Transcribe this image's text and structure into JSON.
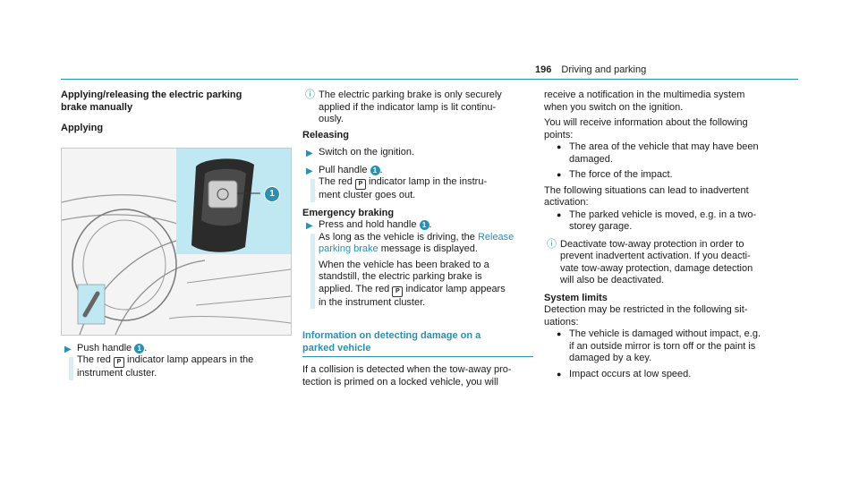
{
  "header": {
    "page_number": "196",
    "section": "Driving and parking"
  },
  "left": {
    "heading_line1": "Applying/releasing the electric parking",
    "heading_line2": "brake manually",
    "subheading": "Applying",
    "figure_callout": "1",
    "step": {
      "line1_pre": "Push handle",
      "callout": "1",
      "line1_post": ".",
      "line2_pre": "The red",
      "indicator": "P",
      "line2_post": "indicator lamp appears in the",
      "line3": "instrument cluster."
    }
  },
  "middle": {
    "note": {
      "line1": "The electric parking brake is only securely",
      "line2": "applied if the indicator lamp is lit continu-",
      "line3": "ously."
    },
    "releasing_title": "Releasing",
    "step1": "Switch on the ignition.",
    "step2": {
      "pre": "Pull handle",
      "callout": "1",
      "post": ".",
      "line2_pre": "The red",
      "indicator": "P",
      "line2_post": "indicator lamp in the instru-",
      "line3": "ment cluster goes out."
    },
    "emergency_title": "Emergency braking",
    "step3": {
      "pre": "Press and hold handle",
      "callout": "1",
      "post": ".",
      "line2_pre": "As long as the vehicle is driving, the",
      "link1": "Release",
      "link2": "parking brake",
      "line3_post": "message is displayed.",
      "para2_line1": "When the vehicle has been braked to a",
      "para2_line2": "standstill, the electric parking brake is",
      "para2_line3_pre": "applied. The red",
      "indicator": "P",
      "para2_line3_post": "indicator lamp appears",
      "para2_line4": "in the instrument cluster."
    },
    "info_title_line1": "Information on detecting damage on a",
    "info_title_line2": "parked vehicle",
    "info_text_line1": "If a collision is detected when the tow-away pro-",
    "info_text_line2": "tection is primed on a locked vehicle, you will"
  },
  "right": {
    "para1_line1": "receive a notification in the multimedia system",
    "para1_line2": "when you switch on the ignition.",
    "para2_line1": "You will receive information about the following",
    "para2_line2": "points:",
    "bullets1": [
      {
        "line1": "The area of the vehicle that may have been",
        "line2": "damaged."
      },
      {
        "line1": "The force of the impact.",
        "line2": ""
      }
    ],
    "para3_line1": "The following situations can lead to inadvertent",
    "para3_line2": "activation:",
    "bullet2_line1": "The parked vehicle is moved, e.g. in a two-",
    "bullet2_line2": "storey garage.",
    "note_line1": "Deactivate tow-away protection in order to",
    "note_line2": "prevent inadvertent activation. If you deacti-",
    "note_line3": "vate tow-away protection, damage detection",
    "note_line4": "will also be deactivated.",
    "limits_title": "System limits",
    "limits_line1": "Detection may be restricted in the following sit-",
    "limits_line2": "uations:",
    "bullets3": [
      {
        "line1": "The vehicle is damaged without impact, e.g.",
        "line2": "if an outside mirror is torn off or the paint is",
        "line3": "damaged by a key."
      },
      {
        "line1": "Impact occurs at low speed.",
        "line2": "",
        "line3": ""
      }
    ]
  },
  "colors": {
    "accent": "#2a8fb0",
    "highlight": "#bfe8f2"
  }
}
